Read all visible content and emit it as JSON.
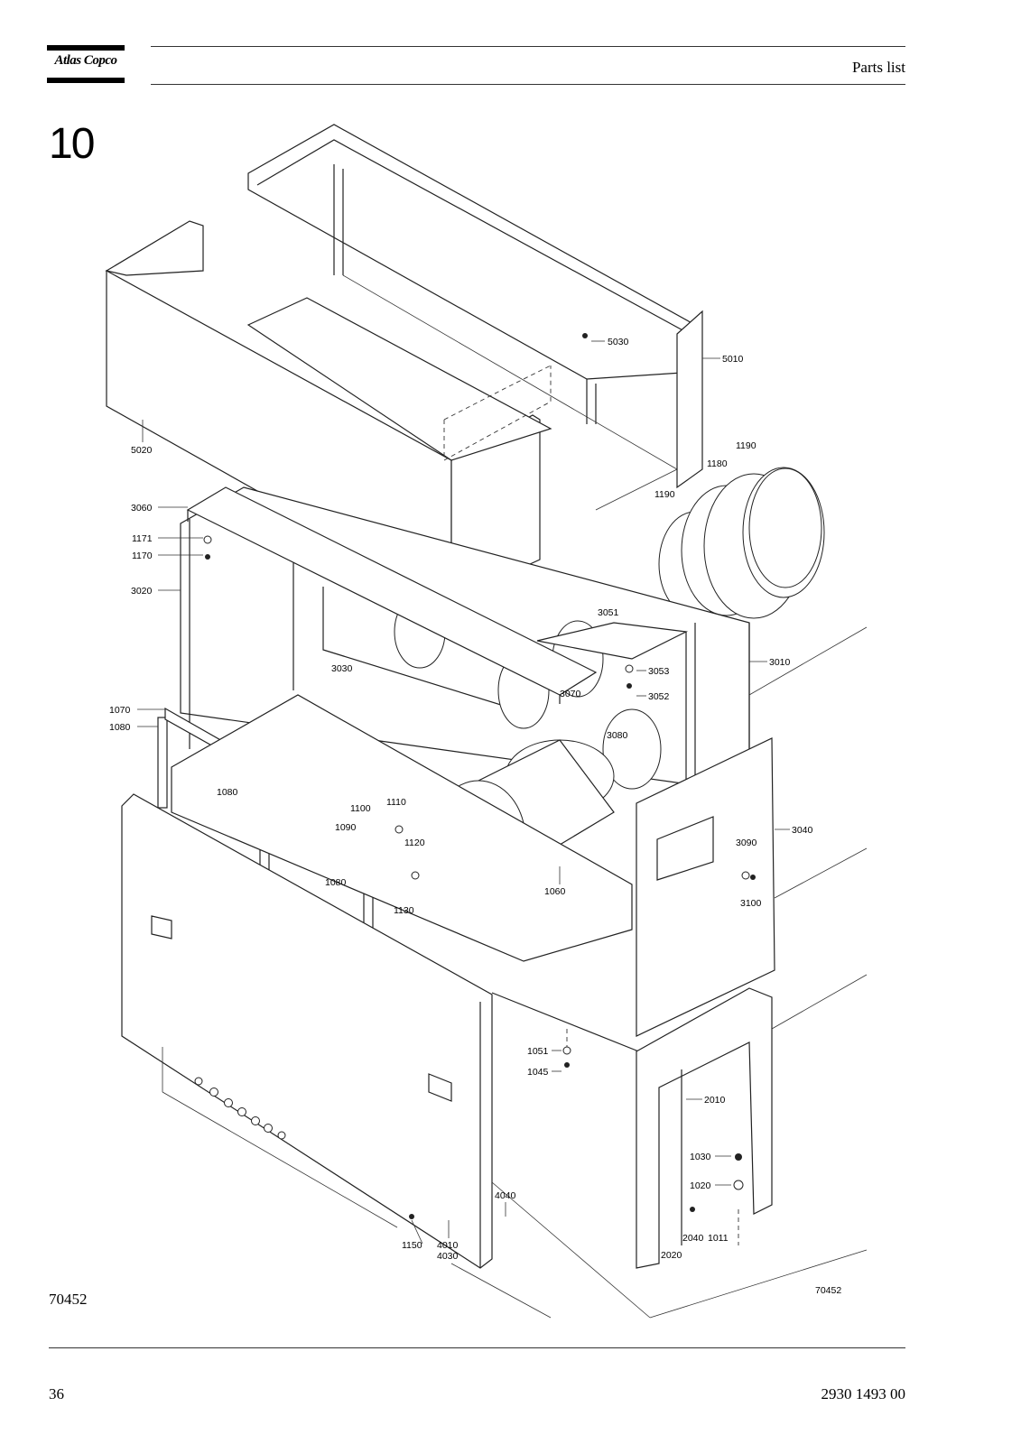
{
  "header": {
    "brand": "Atlas Copco",
    "title": "Parts list"
  },
  "section_number": "10",
  "figure_id_left": "70452",
  "figure_id_drawing": "70452",
  "footer": {
    "page_number": "36",
    "document_number": "2930 1493 00"
  },
  "callouts": {
    "c5030": "5030",
    "c5010": "5010",
    "c5020": "5020",
    "c1190a": "1190",
    "c1180": "1180",
    "c1190b": "1190",
    "c3060": "3060",
    "c1171": "1171",
    "c1170": "1170",
    "c3020": "3020",
    "c3051": "3051",
    "c3010": "3010",
    "c3030": "3030",
    "c3053": "3053",
    "c3070": "3070",
    "c3052": "3052",
    "c1070": "1070",
    "c1080a": "1080",
    "c3080": "3080",
    "c1080b": "1080",
    "c1100": "1100",
    "c1110": "1110",
    "c1090": "1090",
    "c1120": "1120",
    "c3090": "3090",
    "c3040": "3040",
    "c1080c": "1080",
    "c1060": "1060",
    "c3100": "3100",
    "c1130": "1130",
    "c1051": "1051",
    "c1045": "1045",
    "c2010": "2010",
    "c1030": "1030",
    "c1020": "1020",
    "c4040": "4040",
    "c2040": "2040",
    "c1011": "1011",
    "c1150": "1150",
    "c4010": "4010",
    "c4030": "4030",
    "c2020": "2020"
  },
  "icons": {
    "logo": "atlas-copco-logo"
  }
}
